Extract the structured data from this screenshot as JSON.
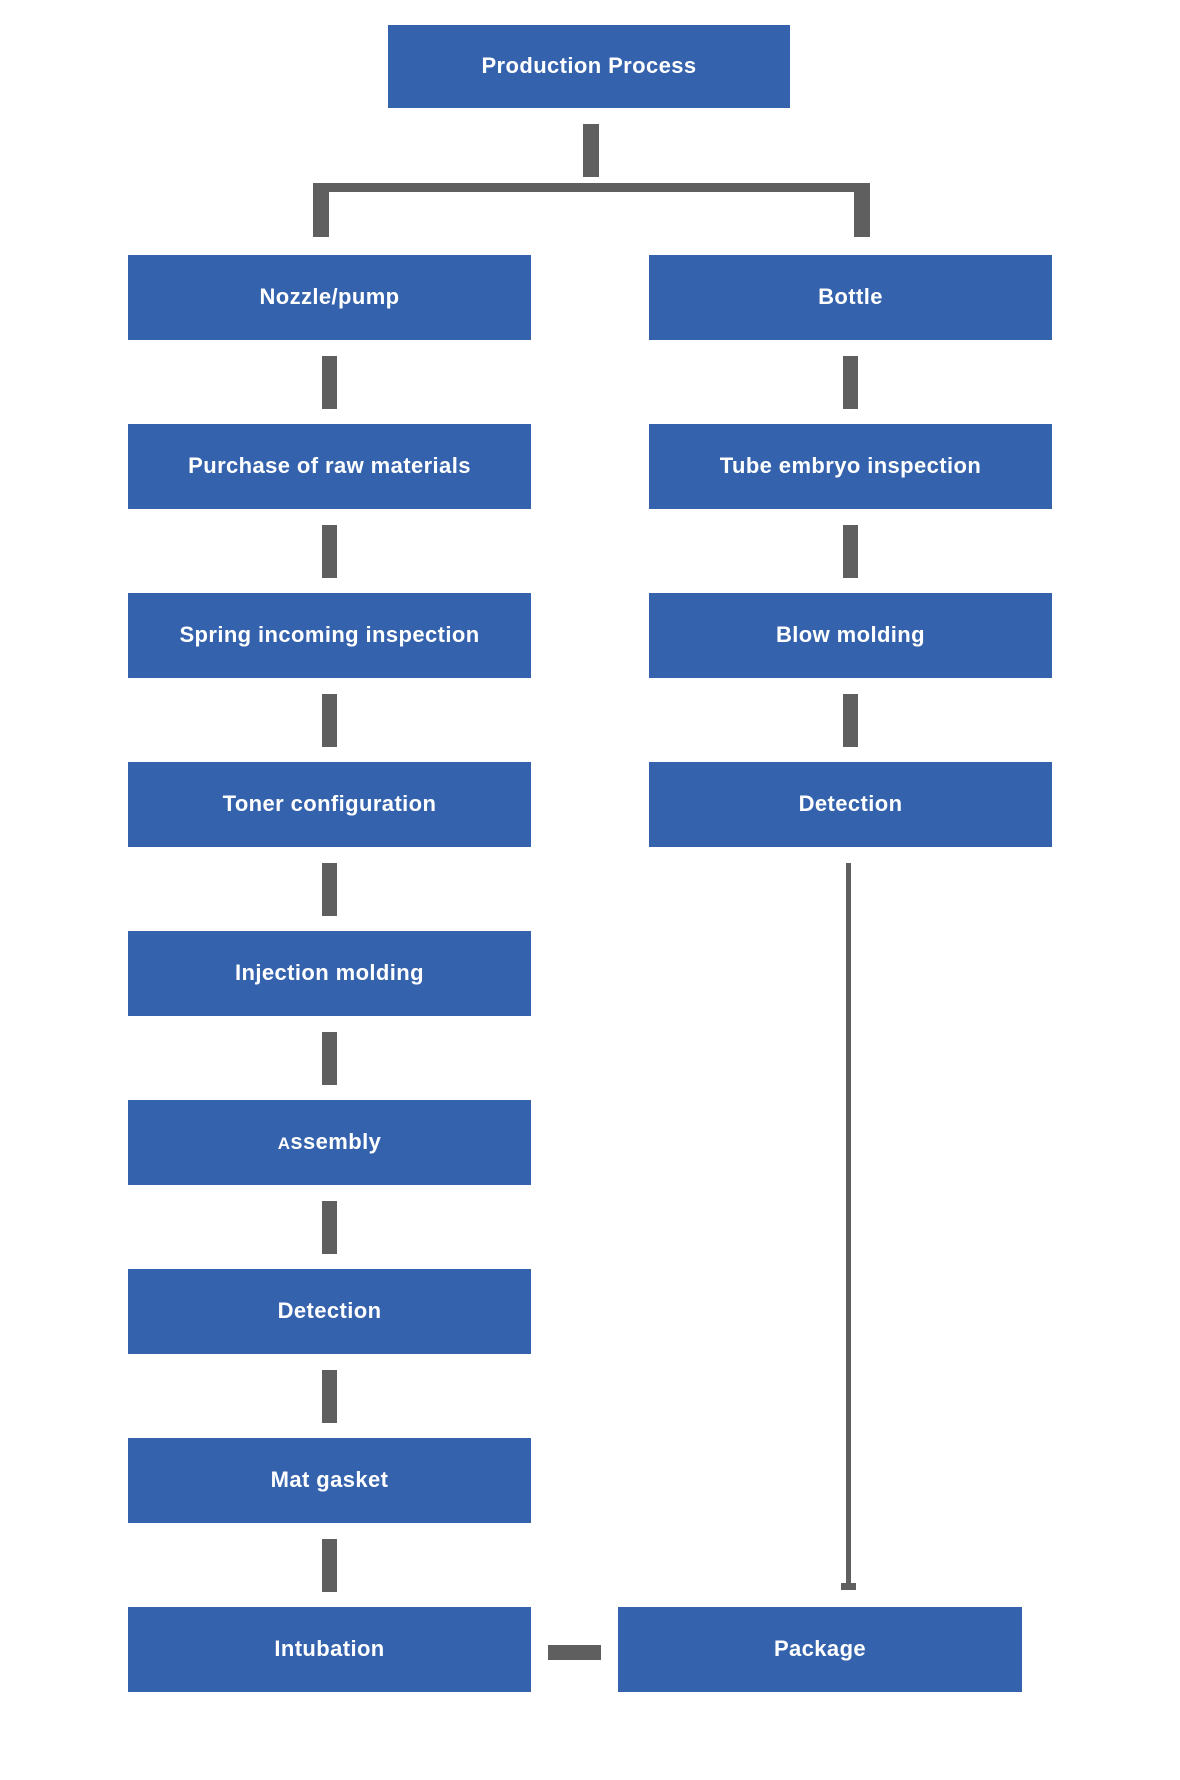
{
  "flowchart": {
    "title": "Production Process",
    "colors": {
      "box_fill": "#3462ac",
      "box_text": "#ffffff",
      "connector_gray": "#5f5f5f",
      "background": "#ffffff"
    },
    "branches": {
      "nozzle_pump_line": [
        "Nozzle/pump",
        "Purchase of raw materials",
        "Spring incoming inspection",
        "Toner configuration",
        "Injection molding",
        "Assembly",
        "Detection",
        "Mat gasket",
        "Intubation"
      ],
      "bottle_line": [
        "Bottle",
        "Tube embryo inspection",
        "Blow molding",
        "Detection"
      ],
      "final_step": "Package"
    }
  }
}
